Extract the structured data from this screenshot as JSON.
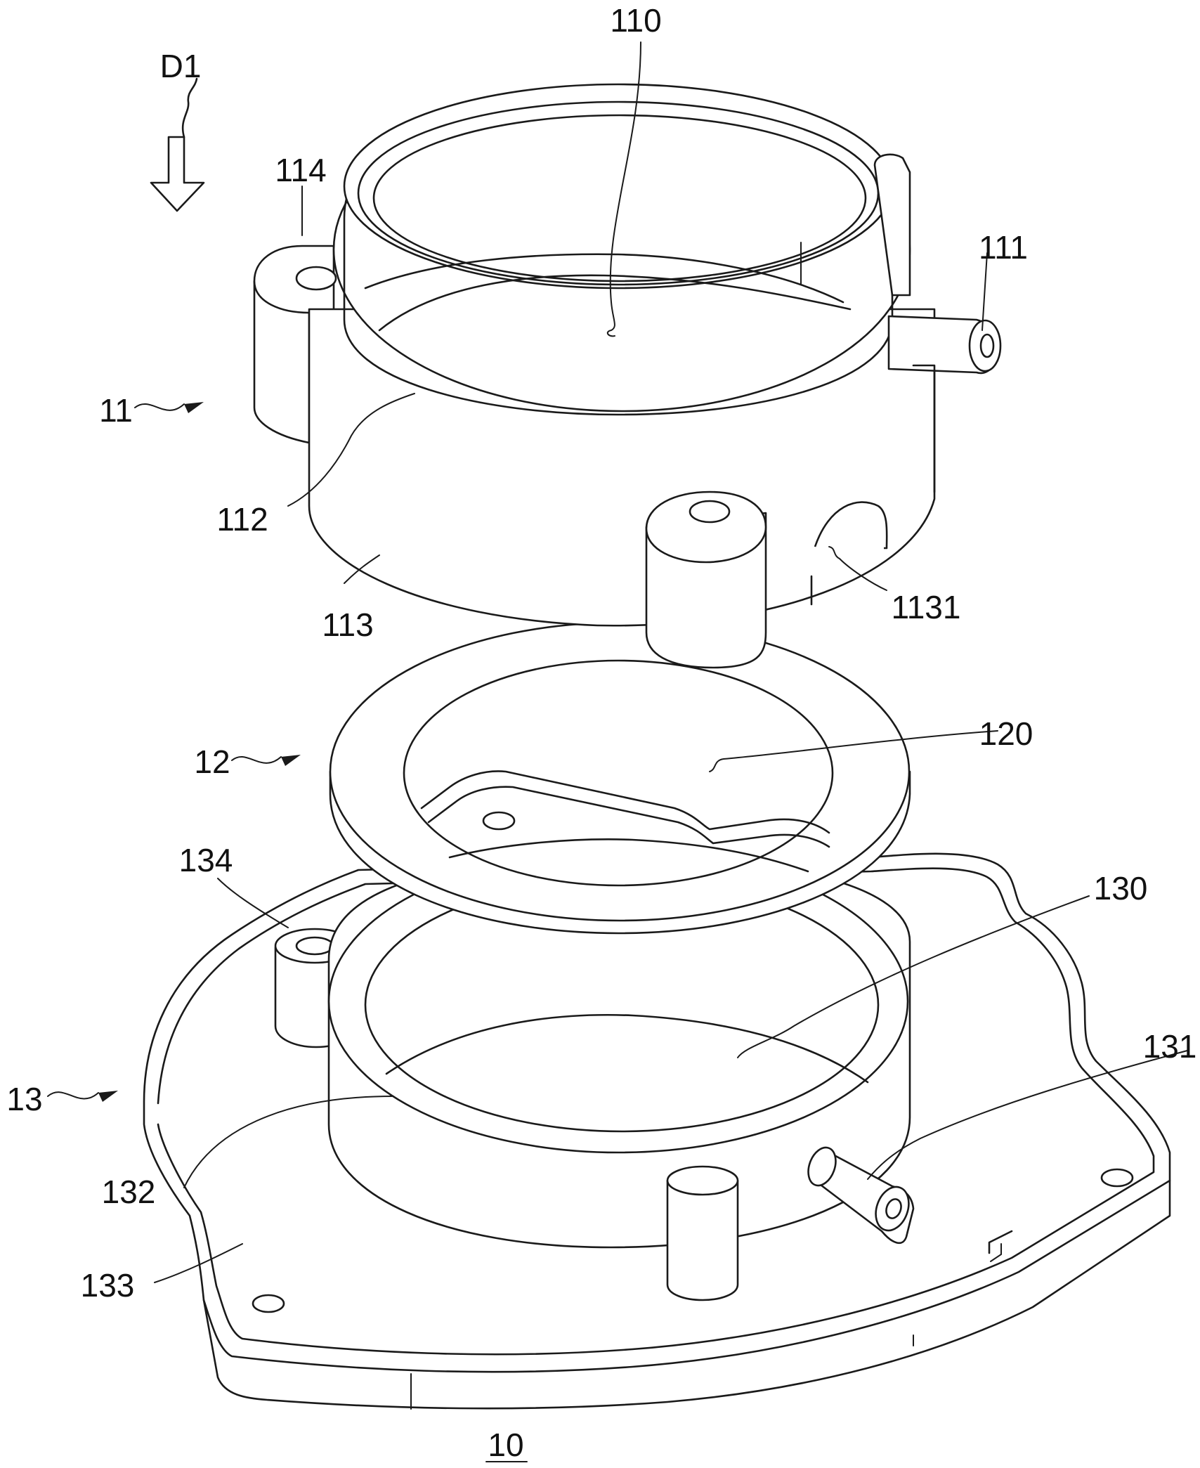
{
  "figure": {
    "direction_label": "D1",
    "assembly_label": "10",
    "labels": {
      "l110": "110",
      "l111": "111",
      "l114": "114",
      "l11": "11",
      "l112": "112",
      "l113": "113",
      "l1131": "1131",
      "l12": "12",
      "l120": "120",
      "l134": "134",
      "l130": "130",
      "l13": "13",
      "l131": "131",
      "l132": "132",
      "l133": "133"
    }
  }
}
